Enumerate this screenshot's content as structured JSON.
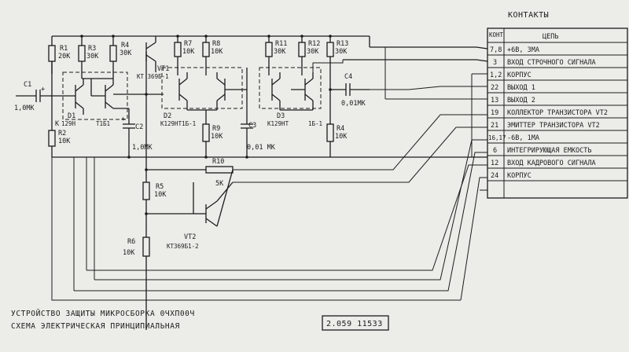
{
  "contacts": {
    "title": "КОНТАКТЫ",
    "header_contact": "КОНТ",
    "header_circuit": "ЦЕПЬ",
    "rows": [
      {
        "num": "7,8",
        "label": "+6В, 3МА"
      },
      {
        "num": "3",
        "label": "ВХОД СТРОЧНОГО СИГНАЛА"
      },
      {
        "num": "1,2",
        "label": "КОРПУС"
      },
      {
        "num": "22",
        "label": "ВЫХОД 1"
      },
      {
        "num": "13",
        "label": "ВЫХОД 2"
      },
      {
        "num": "19",
        "label": "КОЛЛЕКТОР ТРАНЗИСТОРА VT2"
      },
      {
        "num": "21",
        "label": "ЭМИТТЕР ТРАНЗИСТОРА VT2"
      },
      {
        "num": "16,17",
        "label": "-6В, 1МА"
      },
      {
        "num": "6",
        "label": "ИНТЕГРИРУЮЩАЯ ЕМКОСТЬ"
      },
      {
        "num": "12",
        "label": "ВХОД КАДРОВОГО СИГНАЛА"
      },
      {
        "num": "24",
        "label": "КОРПУС"
      }
    ]
  },
  "components": {
    "r1_name": "R1",
    "r1_value": "20К",
    "r3_name": "R3",
    "r3_value": "30К",
    "r4_name": "R4",
    "r4_value": "30К",
    "r7_name": "R7",
    "r7_value": "10К",
    "r8_name": "R8",
    "r8_value": "10К",
    "r11_name": "R11",
    "r11_value": "30К",
    "r12_name": "R12",
    "r12_value": "30К",
    "r13_name": "R13",
    "r13_value": "30К",
    "r2_name": "R2",
    "r2_value": "10К",
    "r9_name": "R9",
    "r9_value": "10К",
    "r4b_name": "R4",
    "r4b_value": "10К",
    "r10_name": "R10",
    "r10_value": "5К",
    "r5_name": "R5",
    "r5_value": "10К",
    "r6_name": "R6",
    "r6_value": "10К",
    "c1_name": "C1",
    "c1_plus": "+",
    "c1_value": "1,0МК",
    "c2_name": "C2",
    "c2_plus": "+",
    "c2_value": "1,0МК",
    "c3_name": "C3",
    "c3_value": "0,01 МК",
    "c4_name": "C4",
    "c4_value": "0,01МК",
    "d1_name": "D1",
    "d1_type": "129Н",
    "d1_suffix": "Т1Б1",
    "d2_name": "D2",
    "d2_type": "К129НТ1Б-1",
    "d3_name": "D3",
    "d3_type": "К129НТ",
    "d3_suffix": "1Б-1",
    "vt1_name": "VT1",
    "vt1_type": "КТ 369Б-1",
    "vt2_name": "VT2",
    "vt2_type": "КТ369Б1-2",
    "k_label": "К"
  },
  "title": {
    "line1": "УСТРОЙСТВО ЗАЩИТЫ МИКРОСБОРКА 0ЧХП00Ч",
    "line2": "СХЕМА ЭЛЕКТРИЧЕСКАЯ ПРИНЦИПИАЛЬНАЯ",
    "drawing_number": "2.059 11533"
  }
}
